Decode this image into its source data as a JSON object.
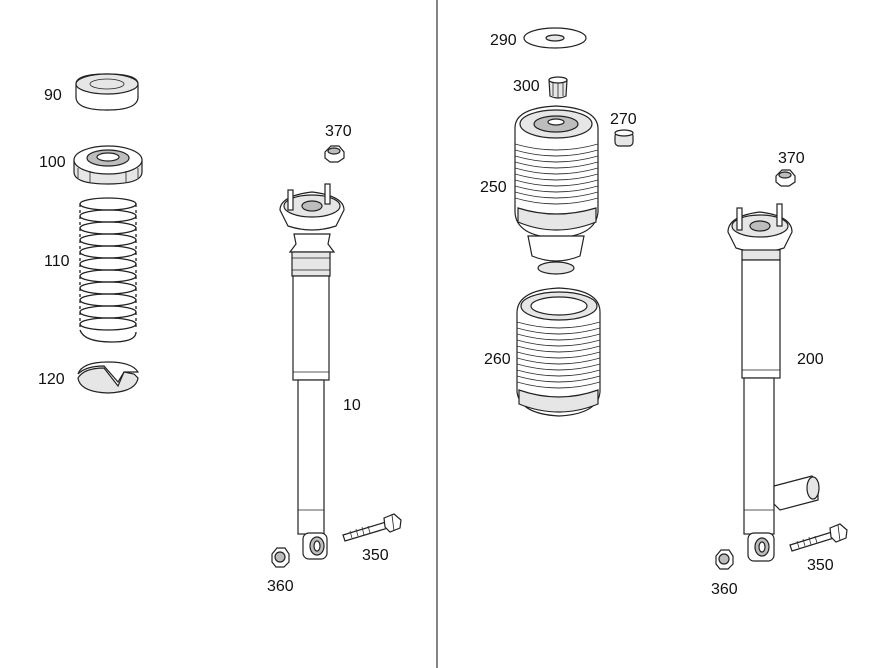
{
  "diagram": {
    "labels": {
      "p90": "90",
      "p100": "100",
      "p110": "110",
      "p120": "120",
      "p370_left": "370",
      "p10": "10",
      "p350_left": "350",
      "p360_left": "360",
      "p290": "290",
      "p300": "300",
      "p270": "270",
      "p250": "250",
      "p260": "260",
      "p370_right": "370",
      "p200": "200",
      "p350_right": "350",
      "p360_right": "360"
    }
  }
}
